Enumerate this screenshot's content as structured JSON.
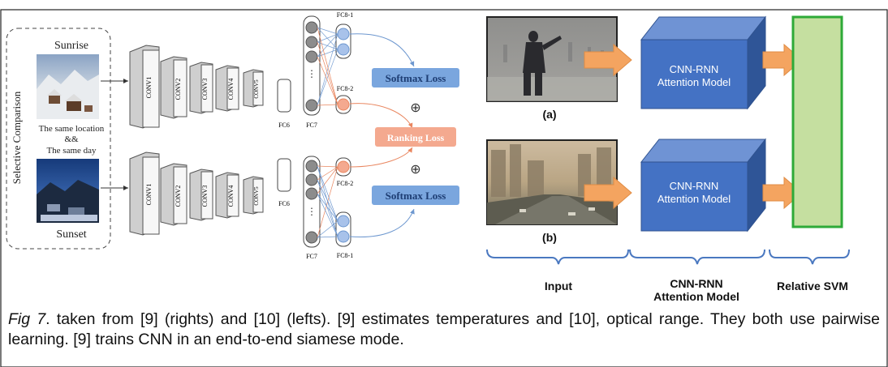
{
  "left": {
    "frame_label": "Selective Comparison",
    "top_label": "Sunrise",
    "bottom_label": "Sunset",
    "middle_lines": [
      "The same location",
      "&&",
      "The same day"
    ],
    "conv_layers": [
      "CONV1",
      "CONV2",
      "CONV3",
      "CONV4",
      "CONV5"
    ],
    "fc6": "FC6",
    "fc7": "FC7",
    "fc8_1": "FC8-1",
    "fc8_2": "FC8-2",
    "softmax_loss": "Softmax Loss",
    "ranking_loss": "Ranking Loss",
    "oplus": "⊕"
  },
  "right": {
    "label_a": "(a)",
    "label_b": "(b)",
    "cube_label_line1": "CNN-RNN",
    "cube_label_line2": "Attention Model",
    "brace_input": "Input",
    "brace_model_line1": "CNN-RNN",
    "brace_model_line2": "Attention Model",
    "brace_svm": "Relative SVM"
  },
  "caption": {
    "fig_label": "Fig 7",
    "text": ". taken from [9] (rights) and [10] (lefts). [9] estimates temperatures and [10], optical range. They both use pairwise learning. [9] trains CNN in an end-to-end siamese mode."
  },
  "colors": {
    "loss_box": "#7aa6de",
    "ranking_box": "#f4a98f",
    "cube_front": "#4472c4",
    "svm_fill": "#c5dfa0",
    "svm_border": "#2eaa38",
    "arrow": "#f4a460",
    "brace": "#4a78c0"
  }
}
